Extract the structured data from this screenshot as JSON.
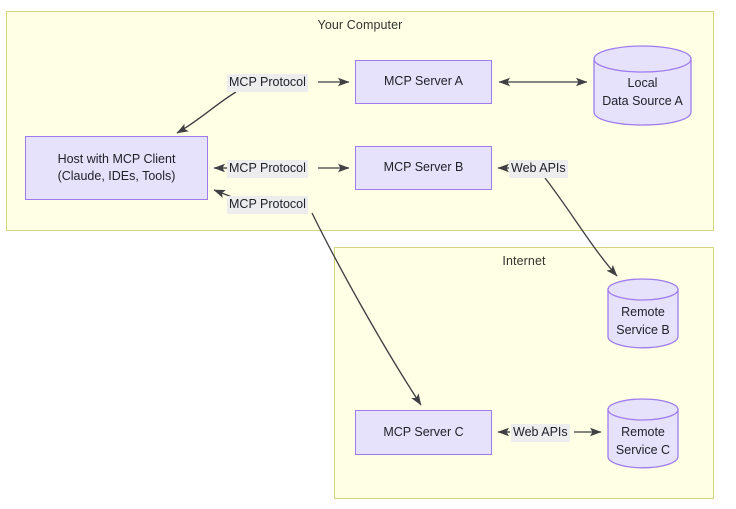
{
  "diagram": {
    "title_not_shown": "",
    "groups": [
      {
        "id": "your-computer",
        "label": "Your Computer"
      },
      {
        "id": "internet",
        "label": "Internet"
      }
    ],
    "nodes": {
      "host": {
        "line1": "Host with MCP Client",
        "line2": "(Claude, IDEs, Tools)"
      },
      "server_a": {
        "line1": "MCP Server A"
      },
      "server_b": {
        "line1": "MCP Server B"
      },
      "server_c": {
        "line1": "MCP Server C"
      },
      "local_data_source_a": {
        "line1": "Local",
        "line2": "Data Source A"
      },
      "remote_service_b": {
        "line1": "Remote",
        "line2": "Service B"
      },
      "remote_service_c": {
        "line1": "Remote",
        "line2": "Service C"
      }
    },
    "edge_labels": {
      "mcp_protocol_a": "MCP Protocol",
      "mcp_protocol_b": "MCP Protocol",
      "mcp_protocol_c": "MCP Protocol",
      "web_apis_b": "Web APIs",
      "web_apis_c": "Web APIs"
    },
    "colors": {
      "group_fill": "#ffffe6",
      "group_stroke": "#d6d67f",
      "node_fill": "#e6e2fb",
      "node_stroke": "#9e7ced",
      "edge_stroke": "#3f3f44",
      "label_bg": "#ededed",
      "text": "#20222a",
      "page_bg": "#ffffff"
    }
  }
}
